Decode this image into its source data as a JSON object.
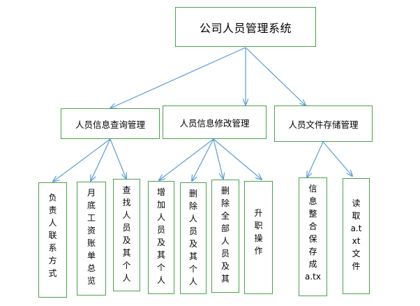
{
  "root": {
    "label": "公司人员管理系统"
  },
  "level1": [
    {
      "id": "query",
      "label": "人员信息查询管理"
    },
    {
      "id": "modify",
      "label": "人员信息修改管理"
    },
    {
      "id": "storage",
      "label": "人员文件存储管理"
    }
  ],
  "leaves": [
    {
      "id": "leaf1",
      "lines": [
        "负",
        "责",
        "人",
        "联",
        "系",
        "方",
        "式"
      ]
    },
    {
      "id": "leaf2",
      "lines": [
        "月",
        "底",
        "工",
        "资",
        "账",
        "单",
        "总",
        "览"
      ]
    },
    {
      "id": "leaf3",
      "lines": [
        "查",
        "找",
        "人",
        "员",
        "及",
        "其",
        "个",
        "人"
      ]
    },
    {
      "id": "leaf4",
      "lines": [
        "增",
        "加",
        "人",
        "员",
        "及",
        "其",
        "个",
        "人"
      ]
    },
    {
      "id": "leaf5",
      "lines": [
        "删",
        "除",
        "人",
        "员",
        "及",
        "其",
        "个",
        "人"
      ]
    },
    {
      "id": "leaf6",
      "lines": [
        "删",
        "除",
        "全",
        "部",
        "人",
        "员",
        "及",
        "其"
      ]
    },
    {
      "id": "leaf7",
      "lines": [
        "升",
        "职",
        "操",
        "作"
      ]
    },
    {
      "id": "leaf8",
      "lines": [
        "信",
        "息",
        "整",
        "合",
        "保",
        "存",
        "成",
        "a.tx"
      ]
    },
    {
      "id": "leaf9",
      "lines": [
        "读",
        "取",
        "a.t",
        "xt",
        "文",
        "件"
      ]
    }
  ],
  "colors": {
    "border": "#4aa24a",
    "arrow": "#5b9bd5"
  }
}
